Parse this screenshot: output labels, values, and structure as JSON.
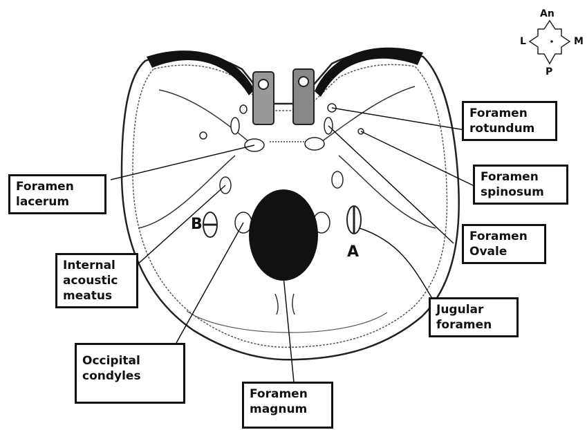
{
  "compass": {
    "anterior": "An",
    "posterior": "P",
    "left": "L",
    "medial": "M"
  },
  "labels": {
    "foramen_rotundum": [
      "Foramen",
      "rotundum"
    ],
    "foramen_lacerum": [
      "Foramen",
      "lacerum"
    ],
    "foramen_spinosum": [
      "Foramen",
      "spinosum"
    ],
    "foramen_ovale": [
      "Foramen",
      "Ovale"
    ],
    "internal_acoustic_meatus": [
      "Internal",
      "acoustic",
      "meatus"
    ],
    "jugular_foramen": [
      "Jugular",
      "foramen"
    ],
    "occipital_condyles": [
      "Occipital",
      "condyles"
    ],
    "foramen_magnum": [
      "Foramen",
      "magnum"
    ]
  },
  "markers": {
    "a": "A",
    "b": "B"
  }
}
